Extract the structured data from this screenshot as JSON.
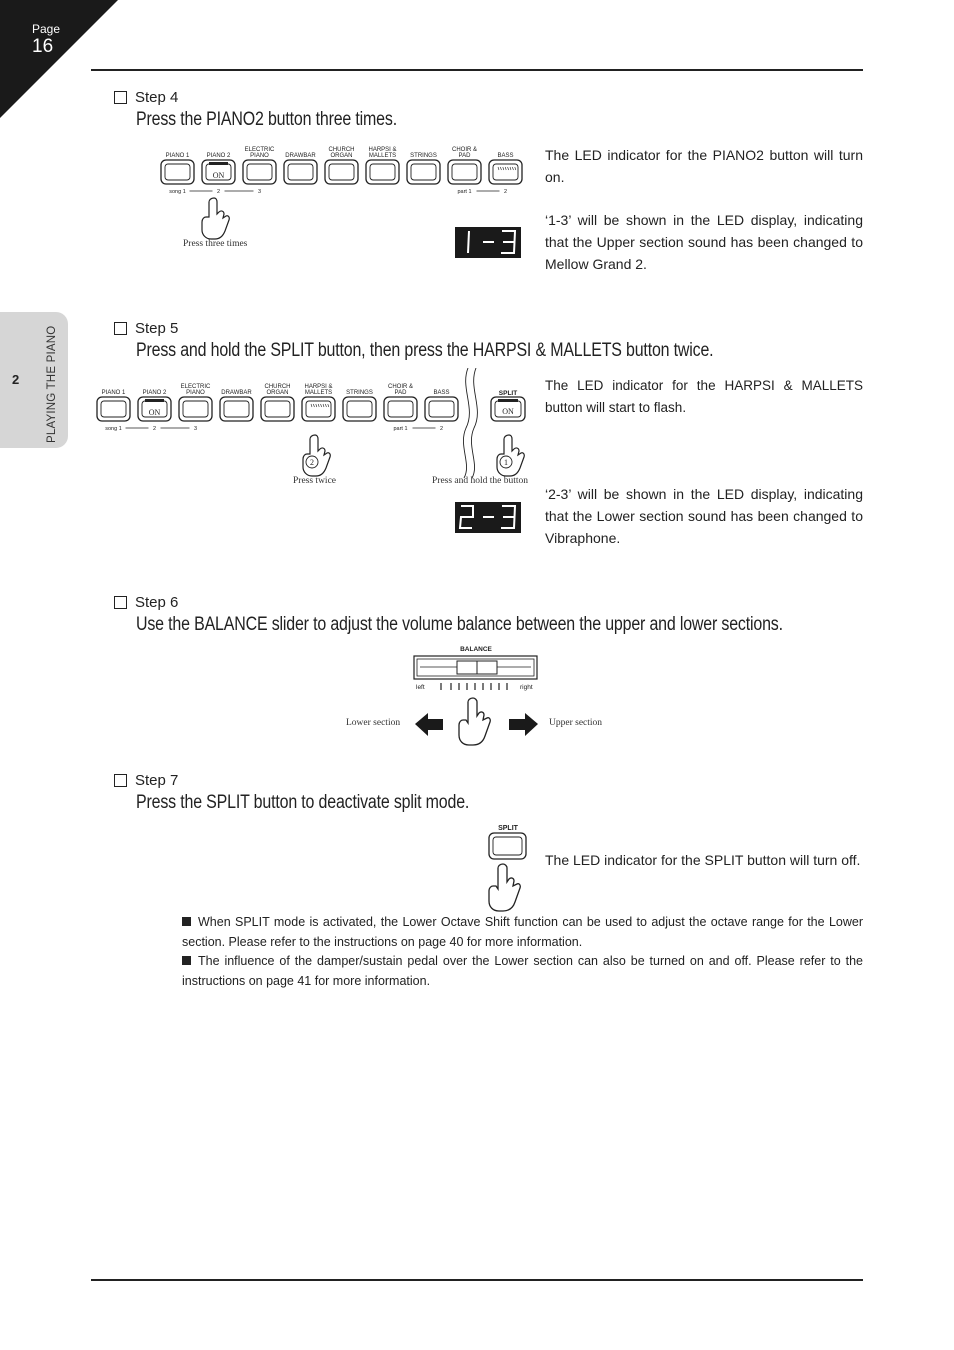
{
  "page": {
    "label": "Page",
    "number": "16"
  },
  "side_tab": {
    "number": "2",
    "label": "PLAYING THE PIANO"
  },
  "step4": {
    "step": "Step 4",
    "heading": "Press the PIANO2 button three times.",
    "para1": "The LED indicator for the PIANO2 button will turn on.",
    "para2": "‘1-3’ will be shown in the LED display, indicating that the Upper section sound has been changed to Mellow Grand 2.",
    "caption": "Press three times",
    "display": "1-3"
  },
  "step5": {
    "step": "Step 5",
    "heading": "Press and hold the SPLIT button, then press the HARPSI & MALLETS button twice.",
    "para1": "The LED indicator for the HARPSI & MALLETS button will start to flash.",
    "para2": "‘2-3’ will be shown in the LED display, indicating that the Lower section sound has been changed to Vibraphone.",
    "caption_twice": "Press twice",
    "caption_hold": "Press and hold the button",
    "display": "2-3"
  },
  "step6": {
    "step": "Step 6",
    "heading": "Use the BALANCE slider to adjust the volume balance between the upper and lower sections.",
    "balance_label": "BALANCE",
    "left_label": "left",
    "right_label": "right",
    "lower_caption": "Lower section",
    "upper_caption": "Upper section"
  },
  "step7": {
    "step": "Step 7",
    "heading": "Press the SPLIT button to deactivate split mode.",
    "para1": "The LED indicator for the SPLIT button will turn off."
  },
  "panel": {
    "buttons": [
      "PIANO 1",
      "PIANO 2",
      "ELECTRIC|PIANO",
      "DRAWBAR",
      "CHURCH|ORGAN",
      "HARPSI &|MALLETS",
      "STRINGS",
      "CHOIR &|PAD",
      "BASS"
    ],
    "on_label": "ON",
    "split_label": "SPLIT",
    "song_labels": [
      "song 1",
      "2",
      "3"
    ],
    "part_labels": [
      "part 1",
      "2"
    ],
    "circle_labels": [
      "2",
      "1"
    ]
  },
  "notes": [
    "When SPLIT mode is activated, the Lower Octave Shift function can be used to adjust the octave range for the Lower section. Please refer to the instructions on page 40 for more information.",
    "The influence of the damper/sustain pedal over the Lower section can also be turned on and off. Please refer to the instructions on page 41 for more information."
  ]
}
